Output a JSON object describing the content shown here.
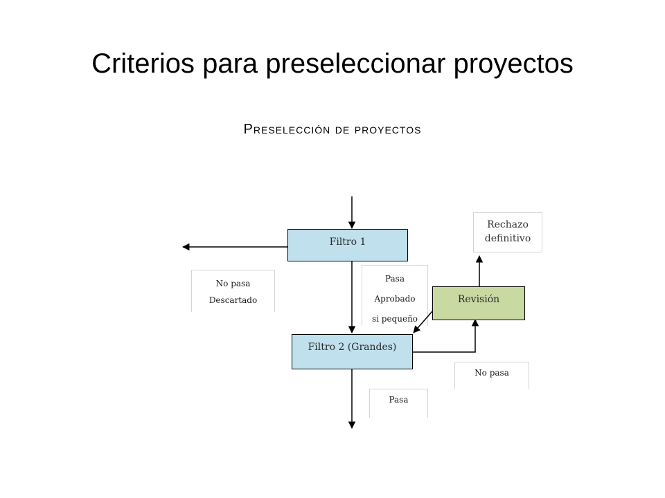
{
  "header": {
    "title": "Criterios para preseleccionar proyectos",
    "subtitle": "Preselección de proyectos"
  },
  "diagram": {
    "nodes": {
      "filtro1": "Filtro 1",
      "filtro2": "Filtro 2 (Grandes)",
      "revision": "Revisión",
      "rechazo_line1": "Rechazo",
      "rechazo_line2": "definitivo"
    },
    "labels": {
      "no_pasa_1": "No pasa",
      "descartado": "Descartado",
      "pasa_1": "Pasa",
      "aprobado": "Aprobado",
      "si_pequeno": "si pequeño",
      "no_pasa_2": "No pasa",
      "pasa_2": "Pasa"
    },
    "colors": {
      "filter_fill": "#bfe0ec",
      "revision_fill": "#c8d9a2"
    }
  }
}
